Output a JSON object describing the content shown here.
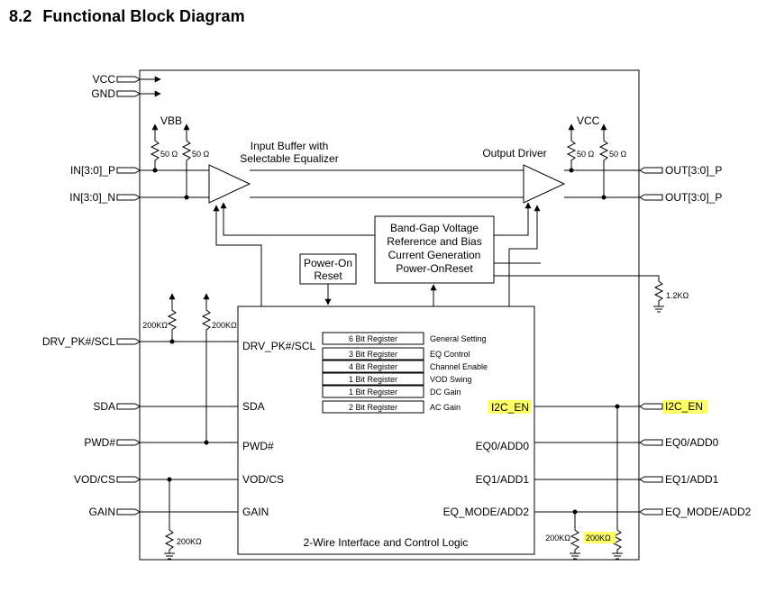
{
  "section": {
    "number": "8.2",
    "title": "Functional Block Diagram"
  },
  "supply": {
    "vcc": "VCC",
    "gnd": "GND",
    "vbb": "VBB",
    "vcc_out": "VCC"
  },
  "pins_left": {
    "in_p": "IN[3:0]_P",
    "in_n": "IN[3:0]_N",
    "drv_pk_scl": "DRV_PK#/SCL",
    "sda": "SDA",
    "pwd": "PWD#",
    "vod_cs": "VOD/CS",
    "gain": "GAIN"
  },
  "pins_right": {
    "out_p": "OUT[3:0]_P",
    "out_n": "OUT[3:0]_P",
    "i2c_en": "I2C_EN",
    "eq0": "EQ0/ADD0",
    "eq1": "EQ1/ADD1",
    "eq_mode": "EQ_MODE/ADD2"
  },
  "resistors": {
    "r50": "50 Ω",
    "r1k2": "1.2KΩ",
    "r200k": "200KΩ"
  },
  "blocks": {
    "input_buffer": [
      "Input Buffer with",
      "Selectable Equalizer"
    ],
    "output_driver": "Output Driver",
    "bandgap": [
      "Band-Gap Voltage",
      "Reference and Bias",
      "Current Generation",
      "Power-OnReset"
    ],
    "por": [
      "Power-On",
      "Reset"
    ],
    "control_logic": "2-Wire Interface and Control Logic"
  },
  "logic_pins": {
    "drv_pk_scl": "DRV_PK#/SCL",
    "sda": "SDA",
    "pwd": "PWD#",
    "vod_cs": "VOD/CS",
    "gain": "GAIN",
    "i2c_en": "I2C_EN",
    "eq0": "EQ0/ADD0",
    "eq1": "EQ1/ADD1",
    "eq_mode": "EQ_MODE/ADD2"
  },
  "registers": [
    {
      "name": "6 Bit Register",
      "desc": "General Setting"
    },
    {
      "name": "3 Bit Register",
      "desc": "EQ Control"
    },
    {
      "name": "4 Bit Register",
      "desc": "Channel Enable"
    },
    {
      "name": "1 Bit Register",
      "desc": "VOD Swing"
    },
    {
      "name": "1 Bit Register",
      "desc": "DC Gain"
    },
    {
      "name": "2 Bit Register",
      "desc": "AC Gain"
    }
  ],
  "colors": {
    "highlight": "#ffff66",
    "line": "#000000"
  }
}
